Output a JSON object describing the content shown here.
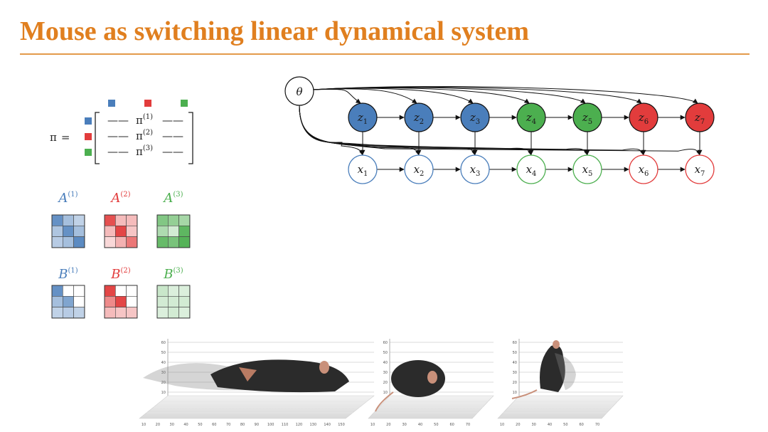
{
  "slide": {
    "title": "Mouse as switching linear dynamical system"
  },
  "colors": {
    "title": "#e07f1f",
    "state1_blue": "#4a7ebb",
    "state2_red": "#e23c3c",
    "state3_green": "#4caf4f"
  },
  "graphical_model": {
    "theta_label": "θ",
    "z_nodes": [
      {
        "base": "z",
        "sub": "1",
        "state": 1
      },
      {
        "base": "z",
        "sub": "2",
        "state": 1
      },
      {
        "base": "z",
        "sub": "3",
        "state": 1
      },
      {
        "base": "z",
        "sub": "4",
        "state": 3
      },
      {
        "base": "z",
        "sub": "5",
        "state": 3
      },
      {
        "base": "z",
        "sub": "6",
        "state": 2
      },
      {
        "base": "z",
        "sub": "7",
        "state": 2
      }
    ],
    "x_nodes": [
      {
        "base": "x",
        "sub": "1",
        "state": 1
      },
      {
        "base": "x",
        "sub": "2",
        "state": 1
      },
      {
        "base": "x",
        "sub": "3",
        "state": 1
      },
      {
        "base": "x",
        "sub": "4",
        "state": 3
      },
      {
        "base": "x",
        "sub": "5",
        "state": 3
      },
      {
        "base": "x",
        "sub": "6",
        "state": 2
      },
      {
        "base": "x",
        "sub": "7",
        "state": 2
      }
    ]
  },
  "transition_matrix": {
    "symbol": "π",
    "equals": "=",
    "rows": [
      {
        "base": "π",
        "sup": "(1)",
        "state": 1
      },
      {
        "base": "π",
        "sup": "(2)",
        "state": 2
      },
      {
        "base": "π",
        "sup": "(3)",
        "state": 3
      }
    ],
    "dash": "——"
  },
  "dynamics_matrices": {
    "A": [
      {
        "base": "A",
        "sup": "(1)",
        "state": 1,
        "cells": [
          0.85,
          0.5,
          0.35,
          0.45,
          0.85,
          0.5,
          0.4,
          0.5,
          0.9
        ]
      },
      {
        "base": "A",
        "sup": "(2)",
        "state": 2,
        "cells": [
          0.9,
          0.35,
          0.35,
          0.35,
          0.95,
          0.3,
          0.2,
          0.4,
          0.7
        ]
      },
      {
        "base": "A",
        "sup": "(3)",
        "state": 3,
        "cells": [
          0.7,
          0.6,
          0.5,
          0.45,
          0.25,
          0.9,
          0.85,
          0.75,
          0.95
        ]
      }
    ],
    "B": [
      {
        "base": "B",
        "sup": "(1)",
        "state": 1,
        "cells": [
          0.85,
          0.0,
          0.0,
          0.5,
          0.7,
          0.0,
          0.35,
          0.4,
          0.35
        ]
      },
      {
        "base": "B",
        "sup": "(2)",
        "state": 2,
        "cells": [
          0.95,
          0.0,
          0.0,
          0.6,
          0.95,
          0.0,
          0.35,
          0.3,
          0.3
        ]
      },
      {
        "base": "B",
        "sup": "(3)",
        "state": 3,
        "cells": [
          0.3,
          0.2,
          0.2,
          0.25,
          0.25,
          0.25,
          0.2,
          0.25,
          0.2
        ]
      }
    ]
  },
  "mouse_plots": [
    {
      "yticks": [
        "60",
        "50",
        "40",
        "30",
        "20",
        "10"
      ],
      "xticks": [
        "10",
        "20",
        "30",
        "40",
        "50",
        "60",
        "70",
        "80",
        "90",
        "100",
        "110",
        "120",
        "130",
        "140",
        "150"
      ]
    },
    {
      "yticks": [
        "60",
        "50",
        "40",
        "30",
        "20",
        "10"
      ],
      "xticks": [
        "10",
        "20",
        "30",
        "40",
        "50",
        "60",
        "70"
      ]
    },
    {
      "yticks": [
        "60",
        "50",
        "40",
        "30",
        "20",
        "10"
      ],
      "xticks": [
        "10",
        "20",
        "30",
        "40",
        "50",
        "60",
        "70"
      ]
    }
  ]
}
